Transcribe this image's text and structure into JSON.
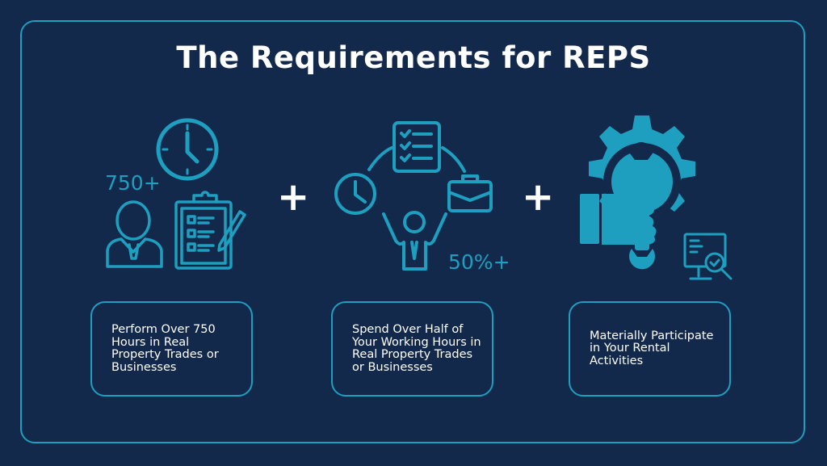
{
  "title": "The Requirements for REPS",
  "colors": {
    "background": "#13294b",
    "accent": "#1e9fc0",
    "text": "#ffffff"
  },
  "operators": [
    "+",
    "+"
  ],
  "requirements": [
    {
      "stat": "750+",
      "icons": [
        "clock-icon",
        "person-icon",
        "clipboard-checklist-icon"
      ],
      "text": "Perform Over 750 Hours in Real Property Trades or Businesses"
    },
    {
      "stat": "50%+",
      "icons": [
        "checklist-icon",
        "clock-icon",
        "briefcase-icon",
        "cheering-person-icon"
      ],
      "text": "Spend Over Half of Your Working Hours in Real Property Trades or Businesses"
    },
    {
      "stat": null,
      "icons": [
        "gear-icon",
        "hand-wrench-icon",
        "monitor-magnifier-icon"
      ],
      "text": "Materially Participate in Your Rental Activities"
    }
  ]
}
